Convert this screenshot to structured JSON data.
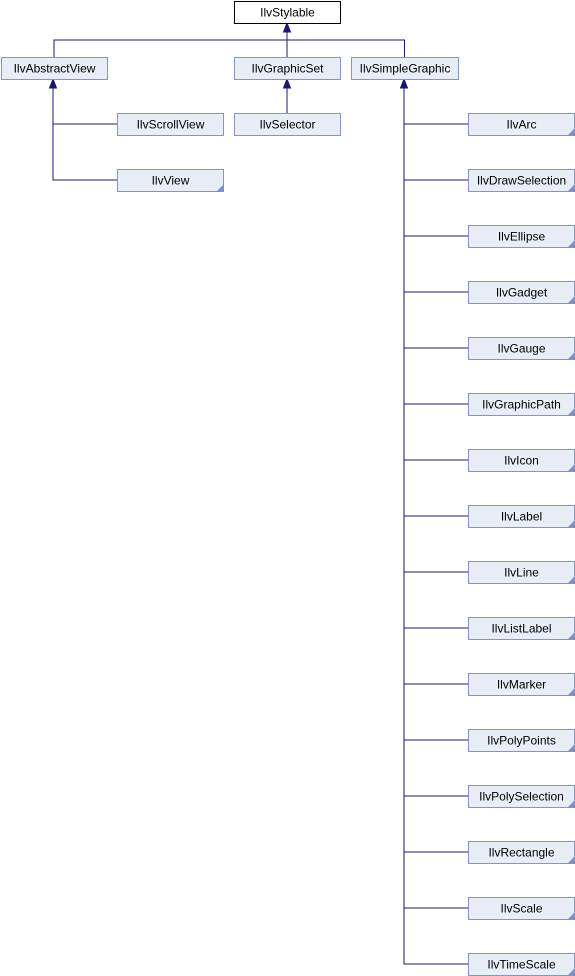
{
  "diagram": {
    "type": "class-inheritance-graph",
    "root": "IlvStylable",
    "nodes": [
      {
        "id": "IlvStylable",
        "label": "IlvStylable"
      },
      {
        "id": "IlvAbstractView",
        "label": "IlvAbstractView"
      },
      {
        "id": "IlvGraphicSet",
        "label": "IlvGraphicSet"
      },
      {
        "id": "IlvSimpleGraphic",
        "label": "IlvSimpleGraphic"
      },
      {
        "id": "IlvScrollView",
        "label": "IlvScrollView"
      },
      {
        "id": "IlvView",
        "label": "IlvView"
      },
      {
        "id": "IlvSelector",
        "label": "IlvSelector"
      },
      {
        "id": "IlvArc",
        "label": "IlvArc"
      },
      {
        "id": "IlvDrawSelection",
        "label": "IlvDrawSelection"
      },
      {
        "id": "IlvEllipse",
        "label": "IlvEllipse"
      },
      {
        "id": "IlvGadget",
        "label": "IlvGadget"
      },
      {
        "id": "IlvGauge",
        "label": "IlvGauge"
      },
      {
        "id": "IlvGraphicPath",
        "label": "IlvGraphicPath"
      },
      {
        "id": "IlvIcon",
        "label": "IlvIcon"
      },
      {
        "id": "IlvLabel",
        "label": "IlvLabel"
      },
      {
        "id": "IlvLine",
        "label": "IlvLine"
      },
      {
        "id": "IlvListLabel",
        "label": "IlvListLabel"
      },
      {
        "id": "IlvMarker",
        "label": "IlvMarker"
      },
      {
        "id": "IlvPolyPoints",
        "label": "IlvPolyPoints"
      },
      {
        "id": "IlvPolySelection",
        "label": "IlvPolySelection"
      },
      {
        "id": "IlvRectangle",
        "label": "IlvRectangle"
      },
      {
        "id": "IlvScale",
        "label": "IlvScale"
      },
      {
        "id": "IlvTimeScale",
        "label": "IlvTimeScale"
      }
    ],
    "edges": [
      {
        "from": "IlvAbstractView",
        "to": "IlvStylable"
      },
      {
        "from": "IlvGraphicSet",
        "to": "IlvStylable"
      },
      {
        "from": "IlvSimpleGraphic",
        "to": "IlvStylable"
      },
      {
        "from": "IlvScrollView",
        "to": "IlvAbstractView"
      },
      {
        "from": "IlvView",
        "to": "IlvAbstractView"
      },
      {
        "from": "IlvSelector",
        "to": "IlvGraphicSet"
      },
      {
        "from": "IlvArc",
        "to": "IlvSimpleGraphic"
      },
      {
        "from": "IlvDrawSelection",
        "to": "IlvSimpleGraphic"
      },
      {
        "from": "IlvEllipse",
        "to": "IlvSimpleGraphic"
      },
      {
        "from": "IlvGadget",
        "to": "IlvSimpleGraphic"
      },
      {
        "from": "IlvGauge",
        "to": "IlvSimpleGraphic"
      },
      {
        "from": "IlvGraphicPath",
        "to": "IlvSimpleGraphic"
      },
      {
        "from": "IlvIcon",
        "to": "IlvSimpleGraphic"
      },
      {
        "from": "IlvLabel",
        "to": "IlvSimpleGraphic"
      },
      {
        "from": "IlvLine",
        "to": "IlvSimpleGraphic"
      },
      {
        "from": "IlvListLabel",
        "to": "IlvSimpleGraphic"
      },
      {
        "from": "IlvMarker",
        "to": "IlvSimpleGraphic"
      },
      {
        "from": "IlvPolyPoints",
        "to": "IlvSimpleGraphic"
      },
      {
        "from": "IlvPolySelection",
        "to": "IlvSimpleGraphic"
      },
      {
        "from": "IlvRectangle",
        "to": "IlvSimpleGraphic"
      },
      {
        "from": "IlvScale",
        "to": "IlvSimpleGraphic"
      },
      {
        "from": "IlvTimeScale",
        "to": "IlvSimpleGraphic"
      }
    ],
    "folded_corner_nodes": [
      "IlvView",
      "IlvArc",
      "IlvDrawSelection",
      "IlvEllipse",
      "IlvGadget",
      "IlvGauge",
      "IlvGraphicPath",
      "IlvIcon",
      "IlvLabel",
      "IlvLine",
      "IlvListLabel",
      "IlvMarker",
      "IlvPolyPoints",
      "IlvPolySelection",
      "IlvRectangle",
      "IlvScale",
      "IlvTimeScale"
    ],
    "colors": {
      "node_fill": "#e8edf8",
      "node_border": "#8494c6",
      "root_border": "#000000",
      "edge": "#191970",
      "corner": "#7f8fc3"
    }
  }
}
